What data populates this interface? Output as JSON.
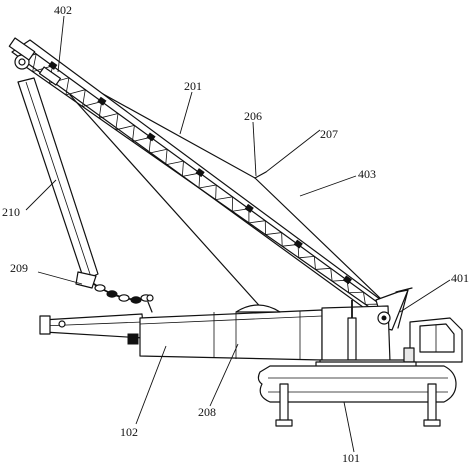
{
  "figure": {
    "labels": {
      "l402": "402",
      "l201": "201",
      "l206": "206",
      "l207": "207",
      "l403": "403",
      "l210": "210",
      "l209": "209",
      "l401": "401",
      "l102": "102",
      "l208": "208",
      "l101": "101"
    }
  }
}
